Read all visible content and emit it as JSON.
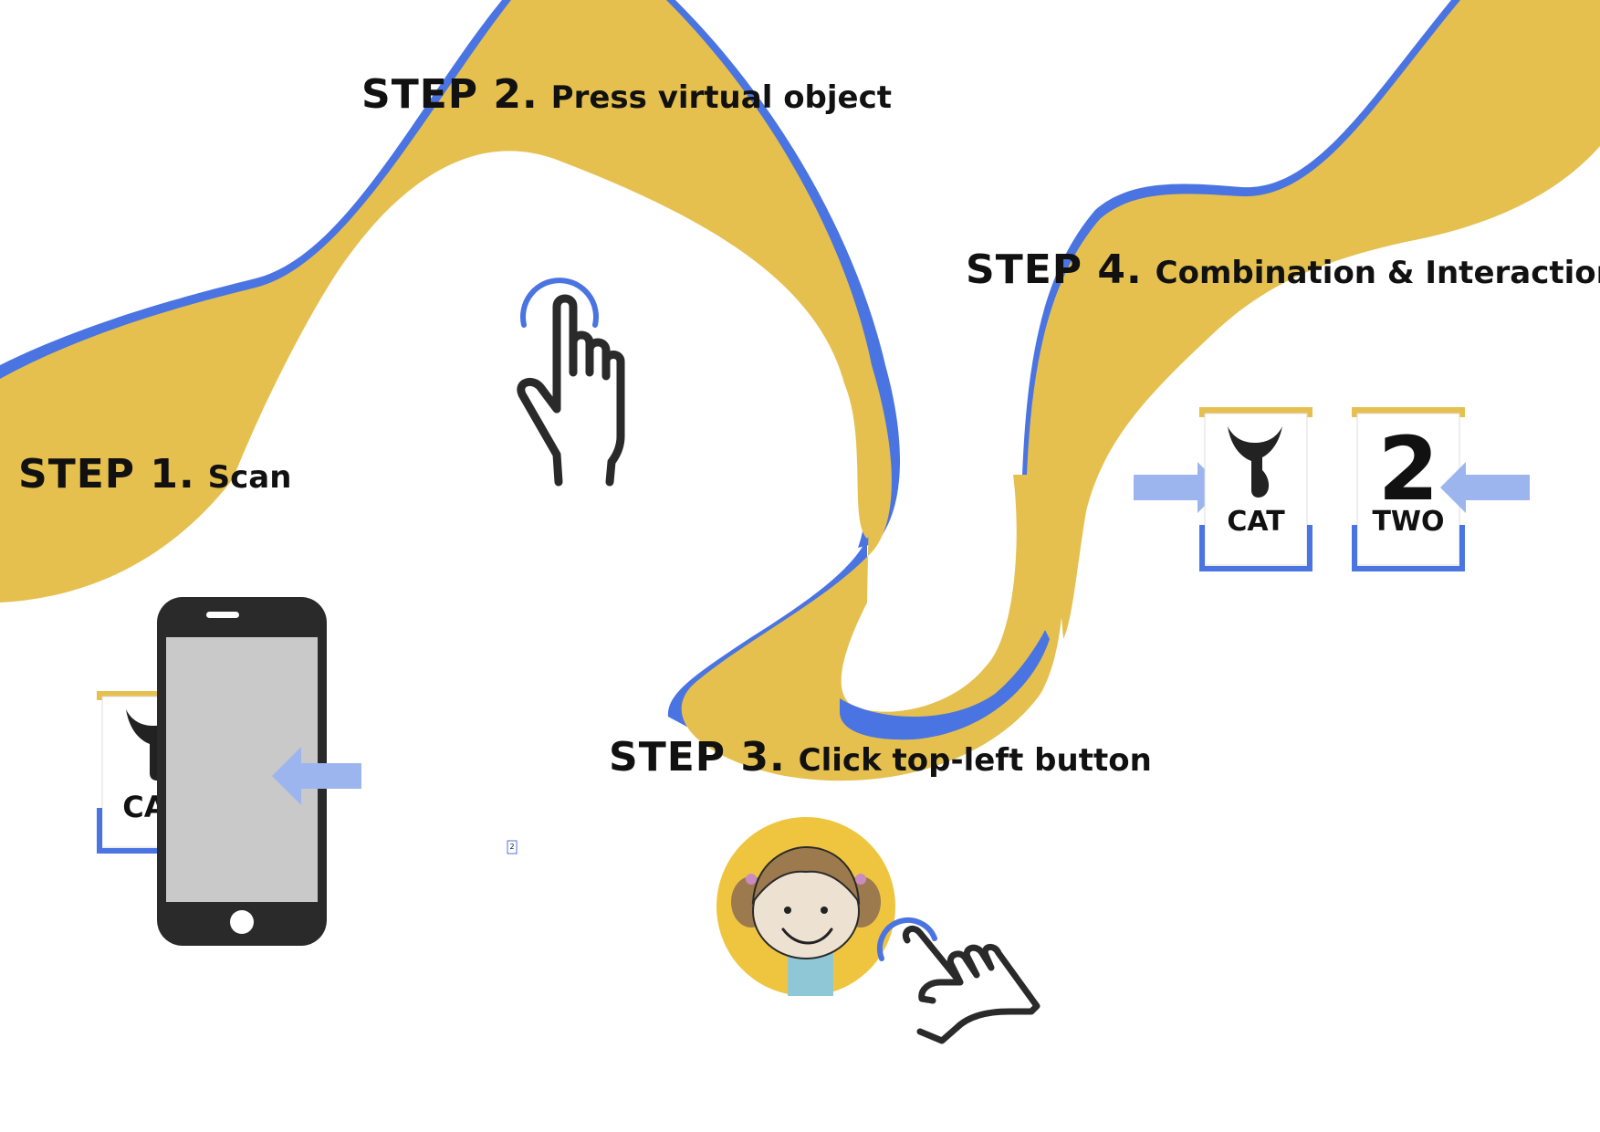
{
  "steps": [
    {
      "number": "STEP 1.",
      "text": "Scan"
    },
    {
      "number": "STEP 2.",
      "text": "Press virtual object"
    },
    {
      "number": "STEP 3.",
      "text": "Click top-left button"
    },
    {
      "number": "STEP 4.",
      "text": "Combination & Interaction"
    }
  ],
  "cards": {
    "cat": "CAT",
    "two": "TWO",
    "two_digit": "2"
  },
  "icons": [
    "phone-icon",
    "tap-hand-icon",
    "girl-avatar-icon",
    "arrow-left-icon",
    "arrow-right-icon"
  ],
  "colors": {
    "wave_yellow": "#E5C04F",
    "wave_blue": "#4A74E2",
    "arrow_blue": "#9DB5EE",
    "ink": "#2A2A2A"
  }
}
